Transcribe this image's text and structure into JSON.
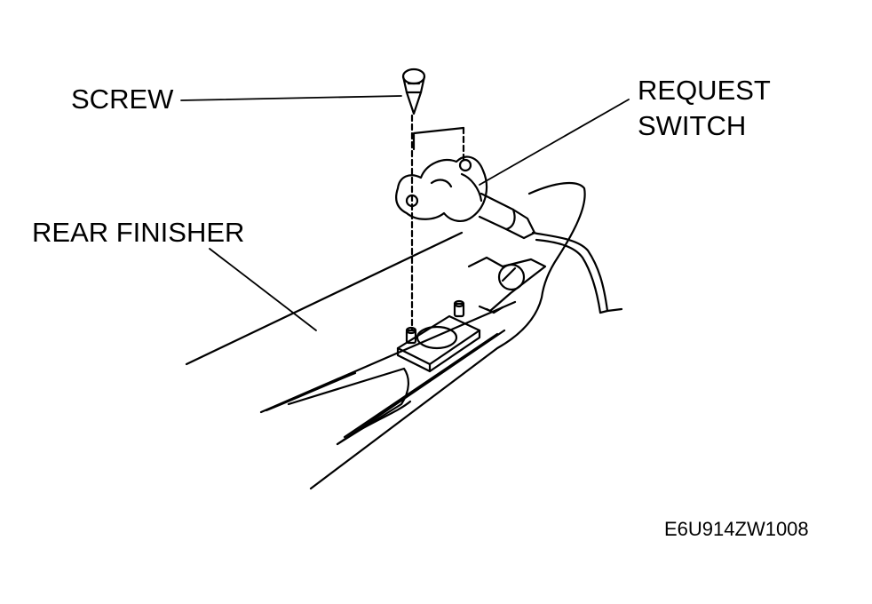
{
  "labels": {
    "screw": "SCREW",
    "request_switch_line1": "REQUEST",
    "request_switch_line2": "SWITCH",
    "rear_finisher": "REAR FINISHER",
    "figure_code": "E6U914ZW1008"
  },
  "colors": {
    "ink": "#000000",
    "background": "#ffffff"
  }
}
